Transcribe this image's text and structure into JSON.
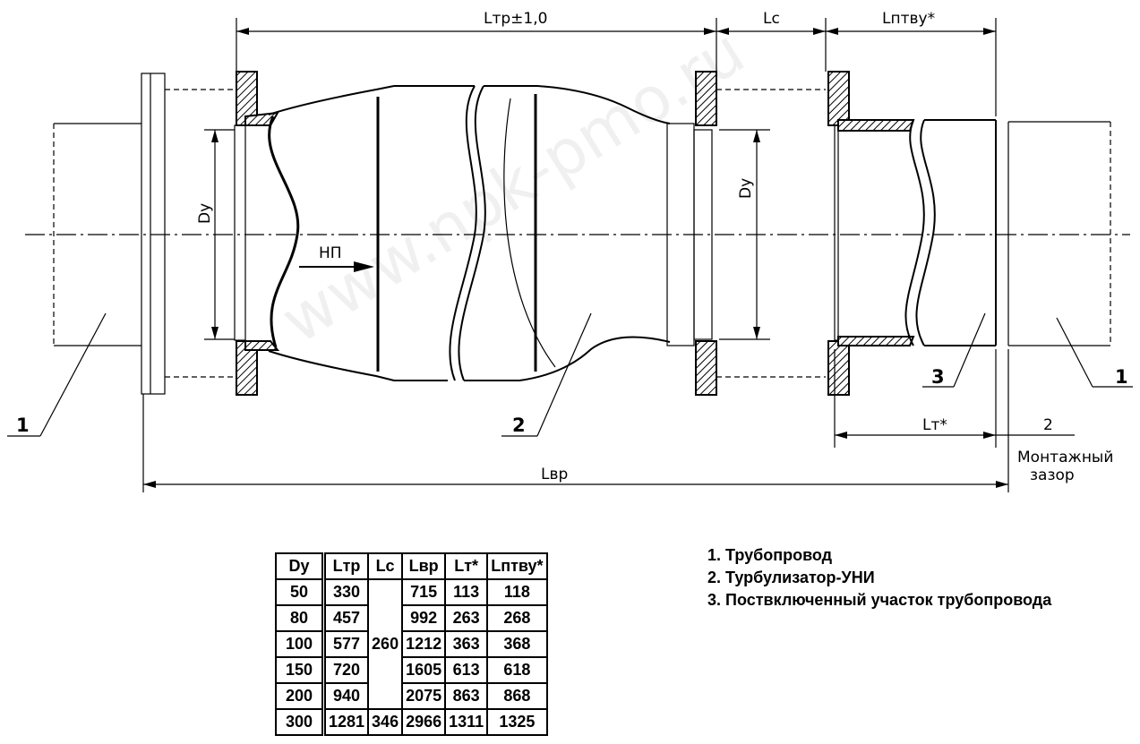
{
  "dimensions": {
    "ltr": "Lтр±1,0",
    "lc": "Lс",
    "lptvu": "Lптву*",
    "dy": "Dу",
    "np": "НП",
    "lt": "Lт*",
    "gap_value": "2",
    "gap_label_line1": "Монтажный",
    "gap_label_line2": "зазор",
    "lvr": "Lвр"
  },
  "callouts": {
    "left_1": "1",
    "center_2": "2",
    "right_3": "3",
    "right_1": "1"
  },
  "table": {
    "headers": [
      "Dу",
      "Lтр",
      "Lс",
      "Lвр",
      "Lт*",
      "Lптву*"
    ],
    "rows": [
      [
        "50",
        "330",
        "",
        "715",
        "113",
        "118"
      ],
      [
        "80",
        "457",
        "",
        "992",
        "263",
        "268"
      ],
      [
        "100",
        "577",
        "260",
        "1212",
        "363",
        "368"
      ],
      [
        "150",
        "720",
        "",
        "1605",
        "613",
        "618"
      ],
      [
        "200",
        "940",
        "",
        "2075",
        "863",
        "868"
      ],
      [
        "300",
        "1281",
        "346",
        "2966",
        "1311",
        "1325"
      ]
    ]
  },
  "legend": [
    "1. Трубопровод",
    "2. Турбулизатор-УНИ",
    "3. Поствключенный участок трубопровода"
  ],
  "watermark": "www.npk-pmo.ru"
}
